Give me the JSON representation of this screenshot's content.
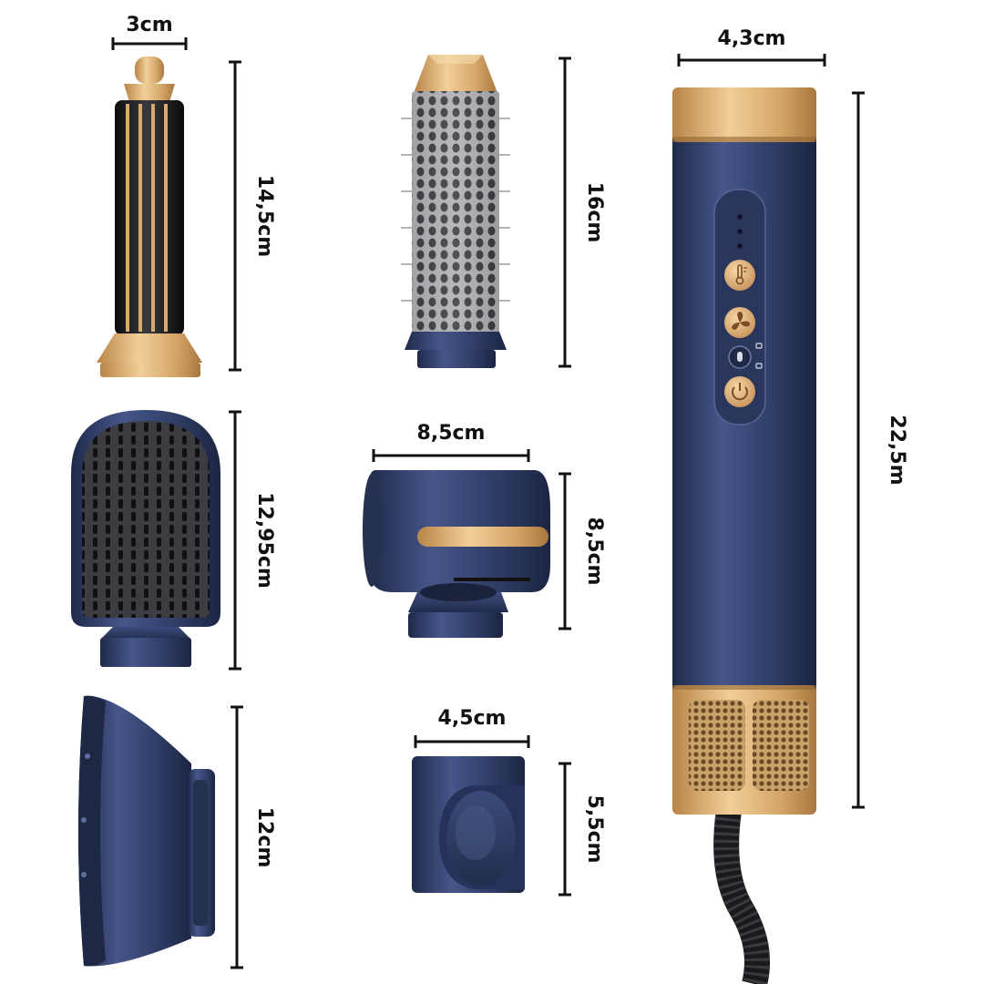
{
  "colors": {
    "navy": "#2f3d66",
    "navy_light": "#4a5a86",
    "navy_dark": "#1e2844",
    "gold": "#d6a66a",
    "gold_light": "#f0cd97",
    "gold_dark": "#a97a42",
    "black": "#111111",
    "background": "#ffffff"
  },
  "attachments": [
    {
      "name": "curling barrel",
      "dimensions": {
        "width": "3cm",
        "height": "14,5cm"
      }
    },
    {
      "name": "round brush",
      "dimensions": {
        "height": "16cm"
      }
    },
    {
      "name": "paddle brush",
      "dimensions": {
        "height": "12,95cm"
      }
    },
    {
      "name": "pre-styling dryer",
      "dimensions": {
        "width": "8,5cm",
        "height": "8,5cm"
      }
    },
    {
      "name": "diffuser",
      "dimensions": {
        "height": "12cm"
      }
    },
    {
      "name": "concentrator nozzle",
      "dimensions": {
        "width": "4,5cm",
        "height": "5,5cm"
      }
    }
  ],
  "main_unit": {
    "dimensions": {
      "width": "4,3cm",
      "height": "22,5m"
    },
    "controls": [
      {
        "icon": "thermometer-icon"
      },
      {
        "icon": "fan-icon"
      },
      {
        "icon": "lock-icon"
      },
      {
        "icon": "power-icon"
      }
    ],
    "indicator_dots": 3
  }
}
